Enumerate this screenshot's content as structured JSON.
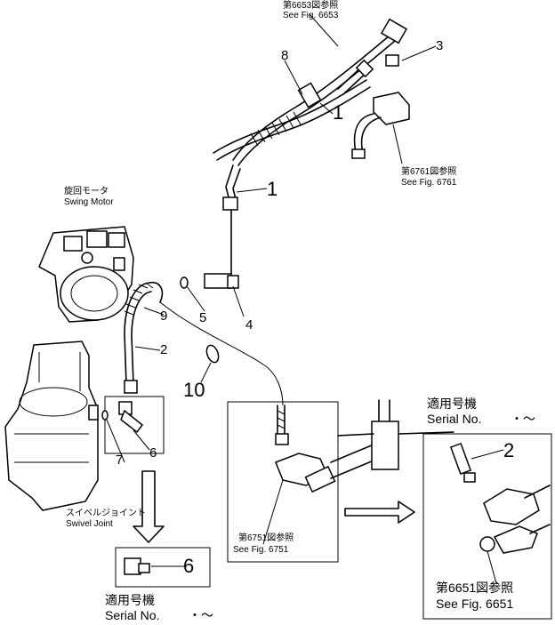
{
  "callouts": {
    "n1_top": "1",
    "n1_hose": "1",
    "n2_left": "2",
    "n2_inset": "2",
    "n3": "3",
    "n4": "4",
    "n5": "5",
    "n6_main": "6",
    "n6_lower": "6",
    "n7": "7",
    "n8": "8",
    "n9": "9",
    "n10": "10"
  },
  "notes": {
    "fig6653_jp": "第6653図参照",
    "fig6653_en": "See Fig. 6653",
    "fig6761_jp": "第6761図参照",
    "fig6761_en": "See Fig. 6761",
    "fig6751_jp": "第6751図参照",
    "fig6751_en": "See Fig. 6751",
    "fig6651_jp": "第6651図参照",
    "fig6651_en": "See Fig. 6651",
    "swing_motor_jp": "旋回モータ",
    "swing_motor_en": "Swing Motor",
    "swivel_joint_jp": "スイベルジョイント",
    "swivel_joint_en": "Swivel Joint"
  },
  "serial_top": {
    "jp": "適用号機",
    "en": "Serial No.",
    "range": "・～"
  },
  "serial_bottom": {
    "jp": "適用号機",
    "en": "Serial No.",
    "range": "・～"
  }
}
